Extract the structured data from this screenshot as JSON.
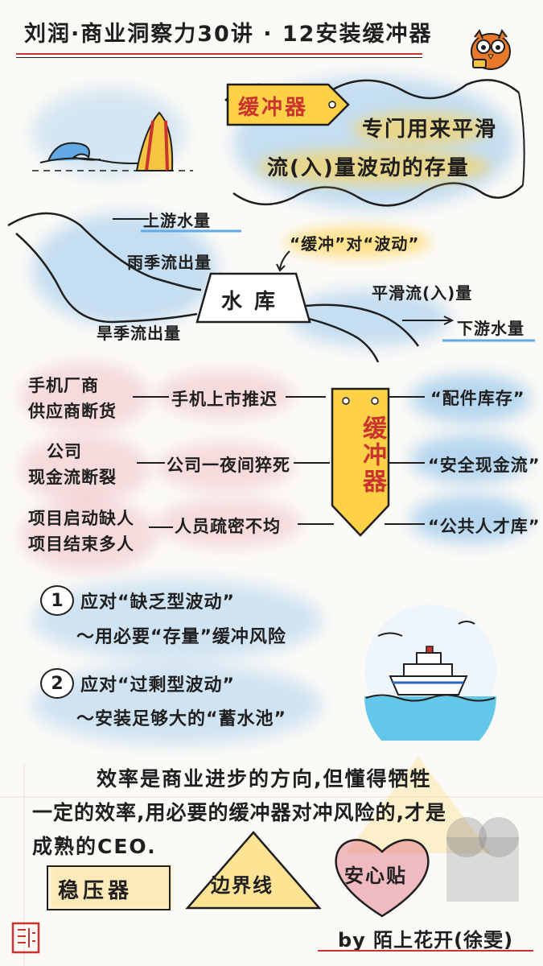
{
  "header": {
    "title": "刘润·商业洞察力30讲 · 12安装缓冲器"
  },
  "concept": {
    "tag_label": "缓冲器",
    "definition_line1": "专门用来平滑",
    "definition_line2": "流(入)量波动的存量"
  },
  "reservoir": {
    "upstream": "上游水量",
    "rainy_outflow": "雨季流出量",
    "buffer_quote": "“缓冲”对“波动”",
    "reservoir_label": "水 库",
    "smooth_inflow": "平滑流(入)量",
    "dry_outflow": "旱季流出量",
    "downstream": "下游水量"
  },
  "cases": {
    "buffer_label": "缓冲器",
    "rows": [
      {
        "cause_line1": "手机厂商",
        "cause_line2": "供应商断货",
        "effect": "手机上市推迟",
        "buffer": "“配件库存”"
      },
      {
        "cause_line1": "公司",
        "cause_line2": "现金流断裂",
        "effect": "公司一夜间猝死",
        "buffer": "“安全现金流”"
      },
      {
        "cause_line1": "项目启动缺人",
        "cause_line2": "项目结束多人",
        "effect": "人员疏密不均",
        "buffer": "“公共人才库”"
      }
    ]
  },
  "strategies": [
    {
      "number": "1",
      "line1": "应对“缺乏型波动”",
      "line2": "～用必要“存量”缓冲风险"
    },
    {
      "number": "2",
      "line1": "应对“过剩型波动”",
      "line2": "～安装足够大的“蓄水池”"
    }
  ],
  "conclusion": {
    "line1": "效率是商业进步的方向,但懂得牺牲",
    "line2": "一定的效率,用必要的缓冲器对冲风险的,才是",
    "line3": "成熟的CEO."
  },
  "metaphors": {
    "stabilizer": "稳压器",
    "boundary": "边界线",
    "reassurance": "安心贴"
  },
  "footer": {
    "byline": "by 陌上花开(徐雯)"
  },
  "colors": {
    "accent_red": "#c9342f",
    "sky_blue": "#62aae5",
    "highlight_yellow": "#ffd146",
    "soft_pink": "#e26c7e"
  },
  "icons": [
    "owl-mascot-icon",
    "surfboard-wave-icon",
    "cruise-ship-icon",
    "cloud-number-icon",
    "seal-stamp-icon"
  ]
}
